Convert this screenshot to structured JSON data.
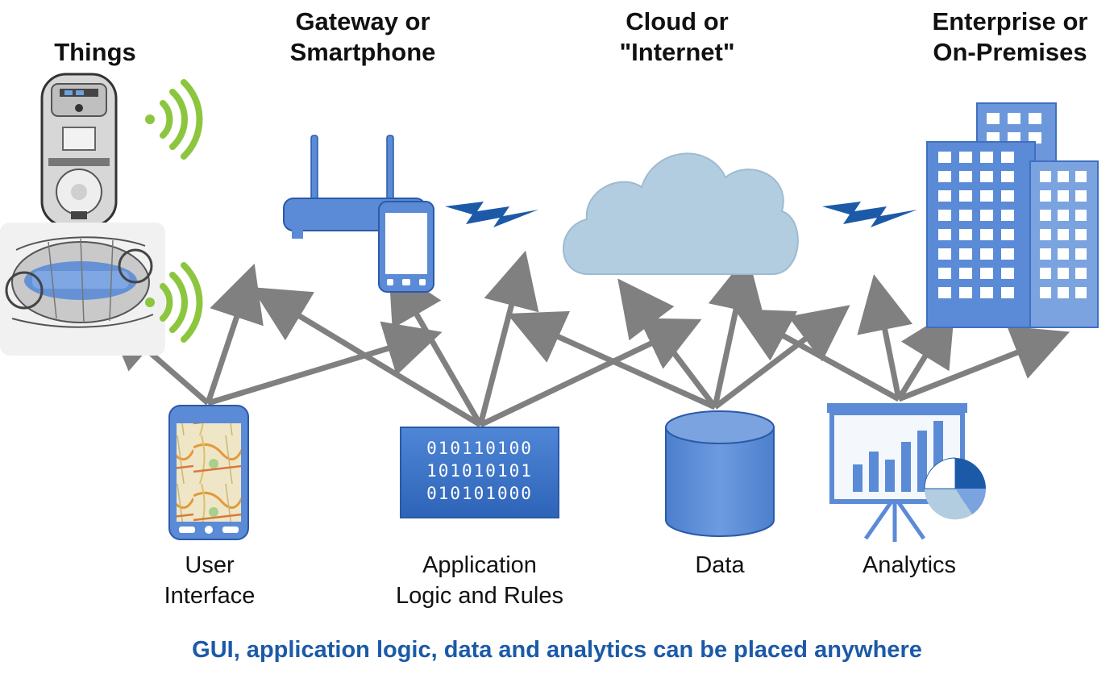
{
  "headings": {
    "things": "Things",
    "gateway_line1": "Gateway or",
    "gateway_line2": "Smartphone",
    "cloud_line1": "Cloud or",
    "cloud_line2": "\"Internet\"",
    "enterprise_line1": "Enterprise or",
    "enterprise_line2": "On-Premises"
  },
  "components": {
    "ui_line1": "User",
    "ui_line2": "Interface",
    "logic_line1": "Application",
    "logic_line2": "Logic and Rules",
    "data": "Data",
    "analytics": "Analytics"
  },
  "binary": [
    "010110100",
    "101010101",
    "010101000"
  ],
  "caption": "GUI, application logic, data and analytics can be placed anywhere",
  "colors": {
    "accent_blue": "#5b8bd6",
    "dark_blue": "#1c5aa8",
    "cloud": "#b3cde0",
    "wifi_green": "#8cc63f",
    "arrow_gray": "#808080",
    "caption_blue": "#1c5aa8"
  },
  "icons": [
    "parking-meter-icon",
    "engine-icon",
    "wifi-signal-icon",
    "router-icon",
    "smartphone-icon",
    "lightning-icon",
    "cloud-icon",
    "office-building-icon",
    "map-phone-icon",
    "binary-code-icon",
    "database-cylinder-icon",
    "analytics-board-icon"
  ]
}
